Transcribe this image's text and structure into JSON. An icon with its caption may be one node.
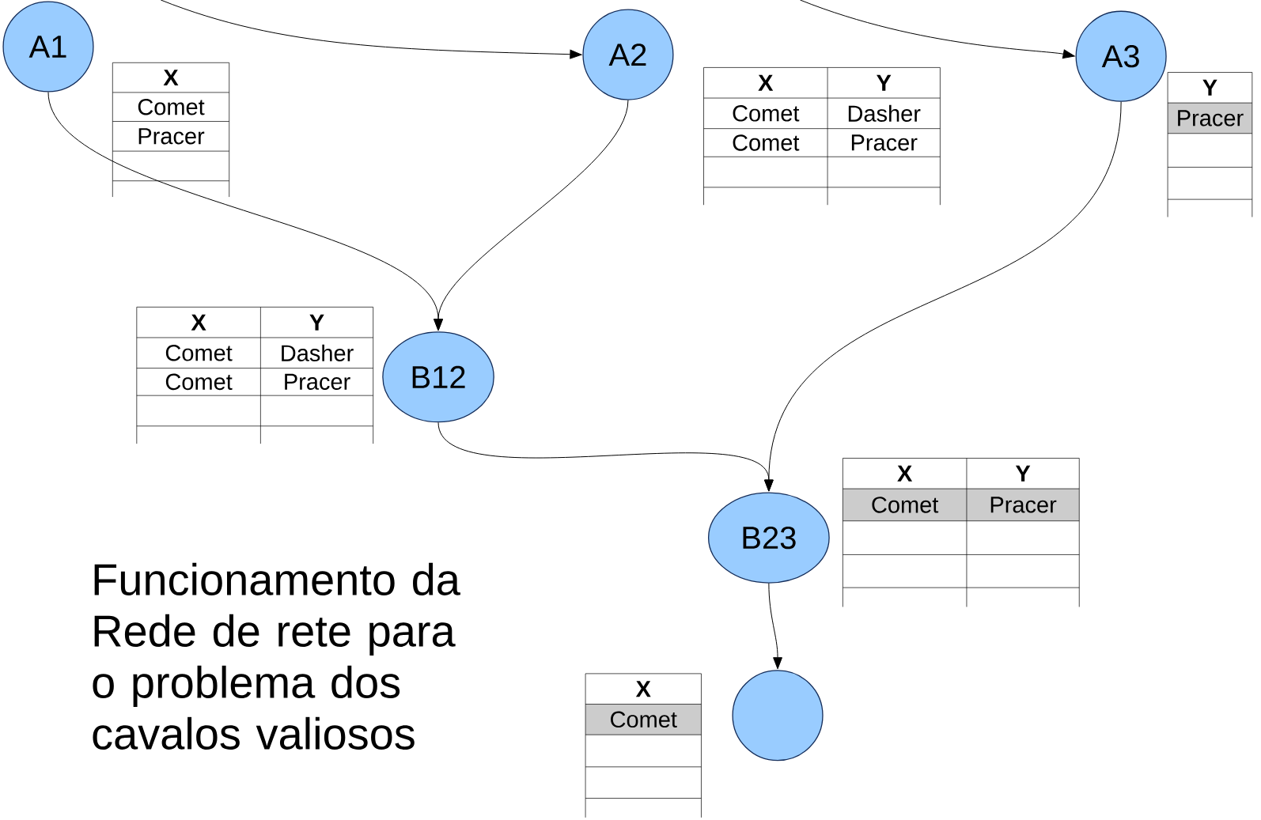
{
  "diagram": {
    "caption": "Funcionamento da Rede de rete para o problema dos cavalos valiosos",
    "nodes": [
      {
        "text": [
          "A1"
        ]
      },
      {
        "text": [
          "A2"
        ]
      },
      {
        "text": [
          "A3"
        ]
      },
      {
        "text": [
          "B12"
        ]
      },
      {
        "text": [
          "B23"
        ]
      },
      {
        "text": [],
        "shape": "circle"
      }
    ],
    "edges": [
      {
        "from": null,
        "to": 1,
        "arrow": "to"
      },
      {
        "from": null,
        "to": 2,
        "arrow": "to"
      },
      {
        "from": 0,
        "to": 3,
        "arrow": "to"
      },
      {
        "from": 1,
        "to": 3,
        "arrow": "to"
      },
      {
        "from": 3,
        "to": 4,
        "arrow": "to"
      },
      {
        "from": 2,
        "to": 4,
        "arrow": "to"
      },
      {
        "from": 4,
        "to": 5,
        "arrow": "to"
      }
    ],
    "labels": [
      "X",
      "Comet",
      "Pracer",
      "X",
      "Y",
      "Comet",
      "Dasher",
      "Comet",
      "Pracer",
      "Y",
      "Pracer",
      "X",
      "Y",
      "Comet",
      "Dasher",
      "Comet",
      "Pracer",
      "X",
      "Y",
      "Comet",
      "Pracer",
      "X",
      "Comet"
    ]
  }
}
